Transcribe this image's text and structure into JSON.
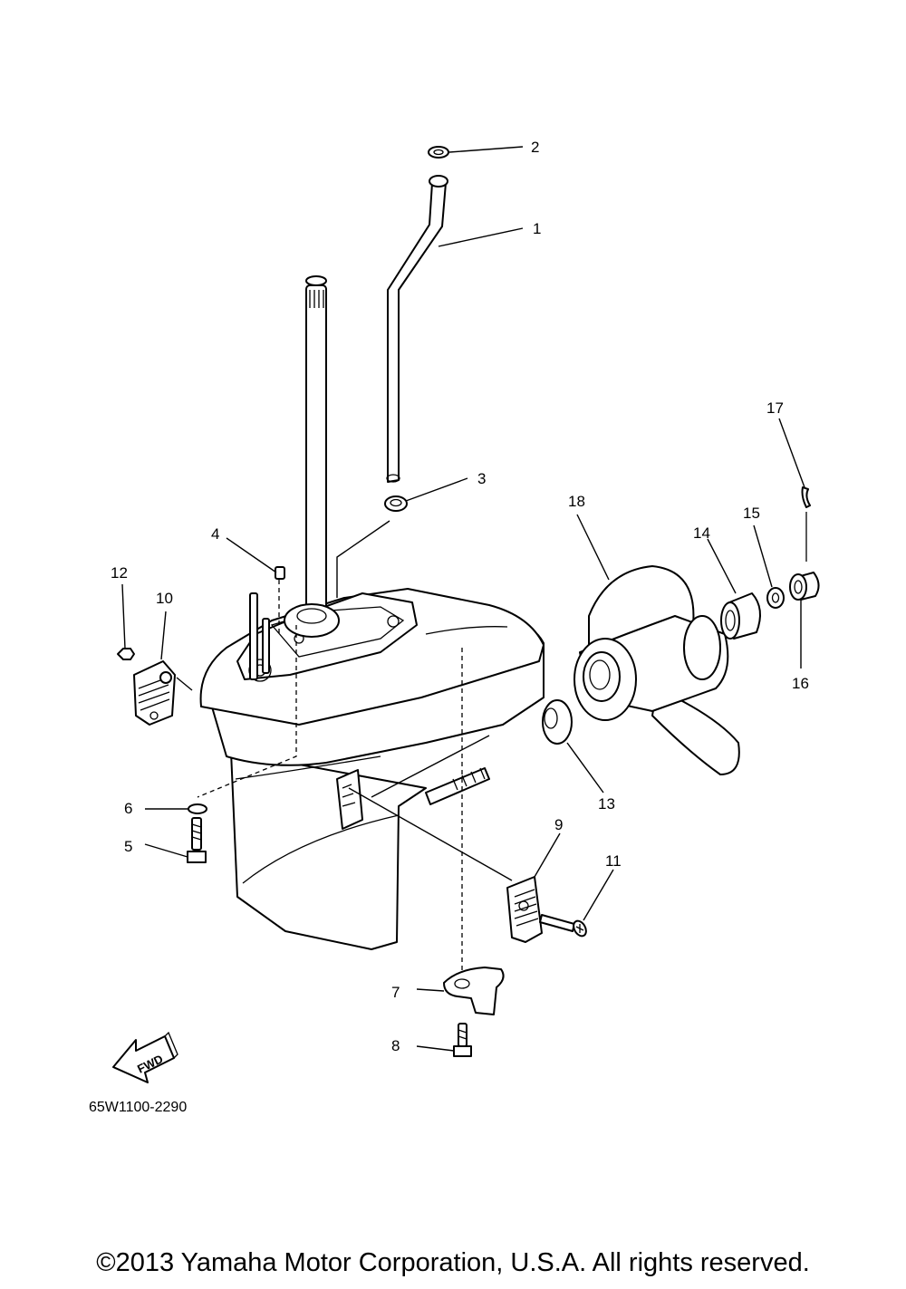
{
  "callouts": [
    "1",
    "2",
    "3",
    "4",
    "5",
    "6",
    "7",
    "8",
    "9",
    "10",
    "11",
    "12",
    "13",
    "14",
    "15",
    "16",
    "17",
    "18"
  ],
  "diagram_code": "65W1100-2290",
  "fwd_label": "FWD",
  "copyright": "©2013 Yamaha Motor Corporation, U.S.A. All rights reserved."
}
